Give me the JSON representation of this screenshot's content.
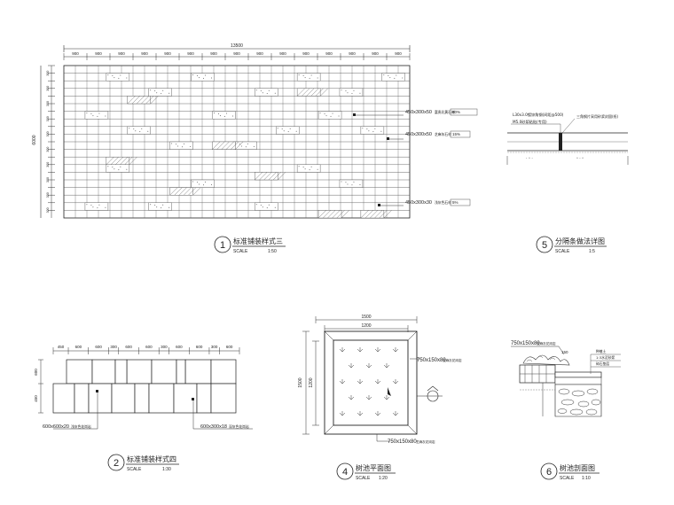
{
  "drawing1": {
    "total_width": "13500",
    "height": "6000",
    "col_dims": [
      "900",
      "900",
      "900",
      "900",
      "900",
      "900",
      "900",
      "900",
      "900",
      "900",
      "900",
      "900",
      "900",
      "900",
      "900"
    ],
    "row_dims": [
      "300",
      "300",
      "300",
      "300",
      "300",
      "300",
      "300",
      "300",
      "300",
      "300",
      "300",
      "300",
      "300",
      "300",
      "300",
      "300",
      "300",
      "300",
      "300",
      "300"
    ],
    "callouts": [
      {
        "size": "450x300x50",
        "note": "富贵乳黄石材",
        "pct": "60%"
      },
      {
        "size": "450x300x50",
        "note": "芝麻灰石材",
        "pct": "15%"
      },
      {
        "size": "450x300x30",
        "note": "浅灰色石材",
        "pct": "5%"
      }
    ],
    "title": "标准铺装样式三",
    "scale_label": "SCALE",
    "scale": "1:50",
    "number": "1"
  },
  "drawing5": {
    "note1": "L30x3.0镀锌角钢(间距@500)",
    "note2": "M5.0砂浆粘贴(专用)",
    "note3": "三角钢片采用砂浆封固(纸)",
    "title": "分隔条做法详图",
    "scale_label": "SCALE",
    "scale": "1:5",
    "number": "5"
  },
  "drawing2": {
    "dims": [
      "450",
      "600",
      "600",
      "300",
      "600",
      "600",
      "300",
      "600",
      "600",
      "300",
      "600"
    ],
    "left_dims": [
      "600",
      "450"
    ],
    "callouts": [
      {
        "size": "600x600x20",
        "note": "浅灰色花岗岩"
      },
      {
        "size": "600x300x18",
        "note": "深灰色花岗岩"
      }
    ],
    "title": "标准铺装样式四",
    "scale_label": "SCALE",
    "scale": "1:30",
    "number": "2"
  },
  "drawing4": {
    "outer": "1500",
    "inner": "1200",
    "callout_top": "750x150x80",
    "callout_top_note": "芝麻灰花岗岩",
    "callout_bottom": "750x150x80",
    "callout_bottom_note": "芝麻灰花岗岩",
    "title": "树池平面图",
    "scale_label": "SCALE",
    "scale": "1:20",
    "number": "4"
  },
  "drawing6": {
    "callout": "750x150x80",
    "callout_note": "芝麻灰花岗岩",
    "dim": "150",
    "notes": [
      "种植土",
      "1:3水泥砂浆",
      "碎石垫层"
    ],
    "title": "树池剖面图",
    "scale_label": "SCALE",
    "scale": "1:10",
    "number": "6"
  }
}
